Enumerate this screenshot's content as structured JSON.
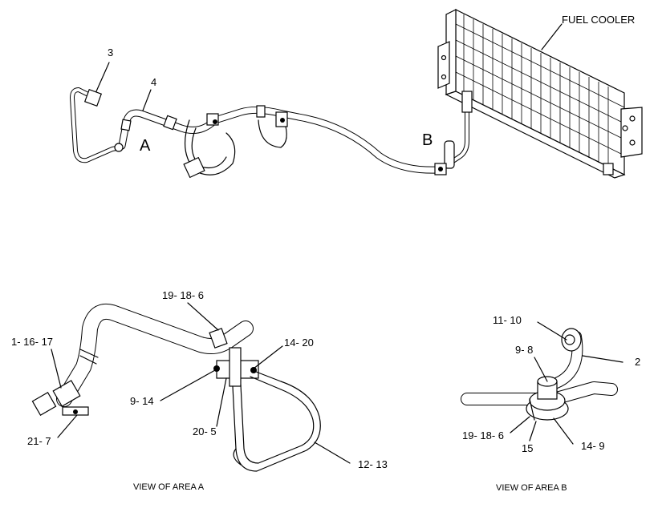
{
  "labels": {
    "fuel_cooler": "FUEL COOLER",
    "area_a": "A",
    "area_b": "B",
    "view_a": "VIEW OF AREA  A",
    "view_b": "VIEW OF AREA  B"
  },
  "callouts": {
    "c3": "3",
    "c4": "4",
    "c19_18_6_a": "19- 18- 6",
    "c1_16_17": "1- 16- 17",
    "c14_20": "14- 20",
    "c9_14": "9- 14",
    "c20_5": "20- 5",
    "c21_7": "21- 7",
    "c12_13": "12- 13",
    "c11_10": "11- 10",
    "c9_8": "9- 8",
    "c2": "2",
    "c19_18_6_b": "19- 18- 6",
    "c15": "15",
    "c14_9": "14- 9"
  }
}
